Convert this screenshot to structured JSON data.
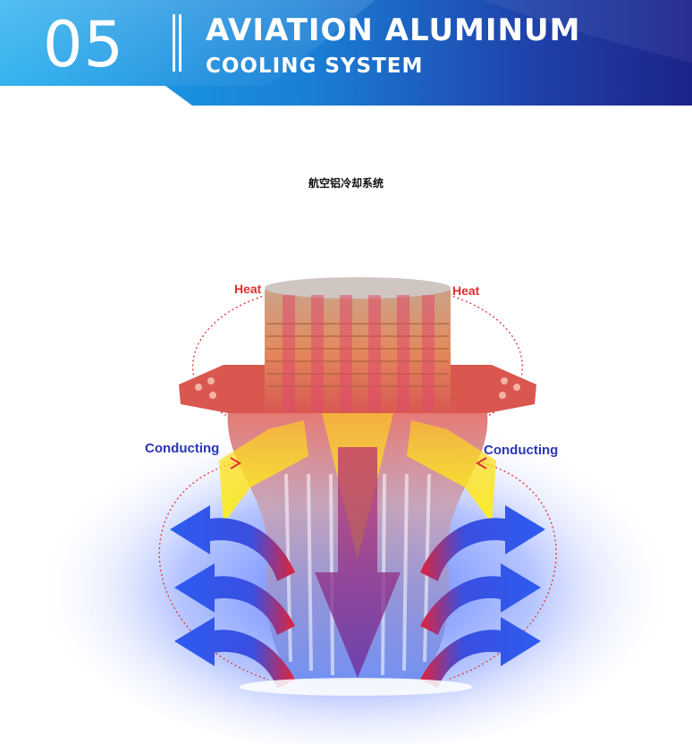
{
  "header": {
    "number": "05",
    "title_line1": "AVIATION ALUMINUM",
    "title_line2": "COOLING SYSTEM"
  },
  "caption": "航空铝冷却系统",
  "diagram": {
    "heat_left": "Heat",
    "heat_right": "Heat",
    "conducting_left": "Conducting",
    "conducting_right": "Conducting"
  },
  "colors": {
    "banner_dark": "#1a2a8c",
    "banner_light": "#1aa3e8",
    "heat_label": "#e0302c",
    "conduct_label": "#2b35b8",
    "heat_arrow": "#ffe21a",
    "cool_arrow": "#3a63e8"
  }
}
